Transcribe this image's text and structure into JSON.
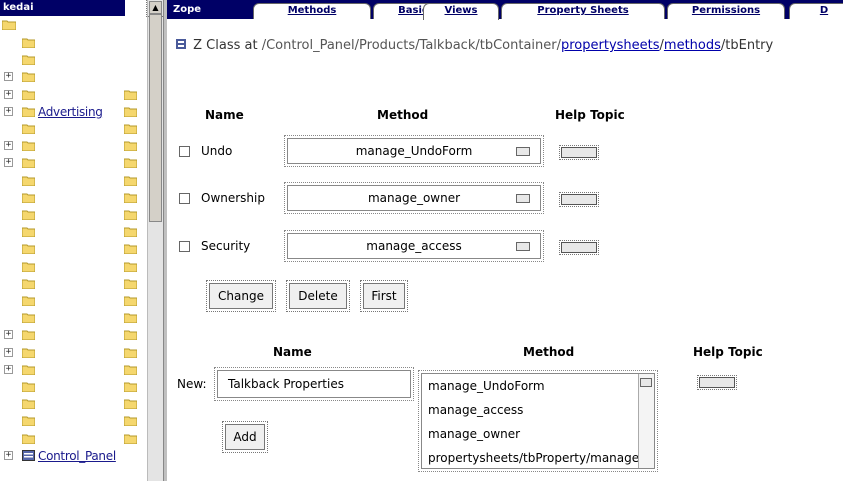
{
  "tree": {
    "header": "kedai",
    "items": [
      {
        "label": "",
        "expand": "",
        "blue": false,
        "second_icon": false
      },
      {
        "label": "",
        "expand": "",
        "blue": false,
        "second_icon": false
      },
      {
        "label": "",
        "expand": "+",
        "blue": false,
        "second_icon": false
      },
      {
        "label": "",
        "expand": "+",
        "blue": false,
        "second_icon": true
      },
      {
        "label": "Advertising",
        "expand": "+",
        "blue": false,
        "second_icon": true
      },
      {
        "label": "",
        "expand": "",
        "blue": false,
        "second_icon": true
      },
      {
        "label": "",
        "expand": "+",
        "blue": false,
        "second_icon": true
      },
      {
        "label": "",
        "expand": "+",
        "blue": false,
        "second_icon": true
      },
      {
        "label": "",
        "expand": "",
        "blue": false,
        "second_icon": true
      },
      {
        "label": "",
        "expand": "",
        "blue": false,
        "second_icon": true
      },
      {
        "label": "",
        "expand": "",
        "blue": false,
        "second_icon": true
      },
      {
        "label": "",
        "expand": "",
        "blue": false,
        "second_icon": true
      },
      {
        "label": "",
        "expand": "",
        "blue": false,
        "second_icon": true
      },
      {
        "label": "",
        "expand": "",
        "blue": false,
        "second_icon": true
      },
      {
        "label": "",
        "expand": "",
        "blue": false,
        "second_icon": true
      },
      {
        "label": "",
        "expand": "",
        "blue": false,
        "second_icon": true
      },
      {
        "label": "",
        "expand": "",
        "blue": false,
        "second_icon": true
      },
      {
        "label": "",
        "expand": "+",
        "blue": false,
        "second_icon": true
      },
      {
        "label": "",
        "expand": "+",
        "blue": false,
        "second_icon": true
      },
      {
        "label": "",
        "expand": "+",
        "blue": false,
        "second_icon": true
      },
      {
        "label": "",
        "expand": "",
        "blue": false,
        "second_icon": true
      },
      {
        "label": "",
        "expand": "",
        "blue": false,
        "second_icon": true
      },
      {
        "label": "",
        "expand": "",
        "blue": false,
        "second_icon": true
      },
      {
        "label": "",
        "expand": "",
        "blue": false,
        "second_icon": true
      },
      {
        "label": "Control_Panel",
        "expand": "+",
        "blue": true,
        "second_icon": false
      }
    ]
  },
  "tabs": {
    "brand": "Zope",
    "items": [
      "Methods",
      "Basic",
      "Views",
      "Property Sheets",
      "Permissions",
      "D"
    ]
  },
  "breadcrumb": {
    "prefix": "Z Class at ",
    "path": "/Control_Panel/Products/Talkback/tbContainer/",
    "link1": "propertysheets",
    "sep1": "/",
    "link2": "methods",
    "suffix": "/tbEntry"
  },
  "views_table": {
    "headers": {
      "name": "Name",
      "method": "Method",
      "help": "Help Topic"
    },
    "rows": [
      {
        "name": "Undo",
        "method": "manage_UndoForm"
      },
      {
        "name": "Ownership",
        "method": "manage_owner"
      },
      {
        "name": "Security",
        "method": "manage_access"
      }
    ]
  },
  "actions": {
    "change": "Change",
    "delete": "Delete",
    "first": "First"
  },
  "add_view": {
    "headers": {
      "name": "Name",
      "method": "Method",
      "help": "Help Topic"
    },
    "new_label": "New:",
    "name_value": "Talkback Properties",
    "method_options": [
      "manage_UndoForm",
      "manage_access",
      "manage_owner",
      "propertysheets/tbProperty/manage"
    ],
    "add_label": "Add"
  },
  "colors": {
    "header_bg": "#000066",
    "link": "#0000aa"
  }
}
